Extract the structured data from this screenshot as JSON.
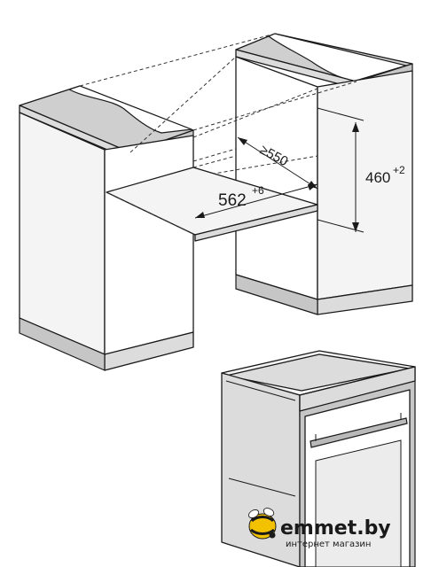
{
  "dimensions": {
    "depth": {
      "value": "≥550"
    },
    "width": {
      "value": "562",
      "tolerance": "+6"
    },
    "height": {
      "value": "460",
      "tolerance": "+2"
    }
  },
  "brand": {
    "name": "emmet.by",
    "tagline": "интернет магазин",
    "accent_color": "#f2c200"
  }
}
